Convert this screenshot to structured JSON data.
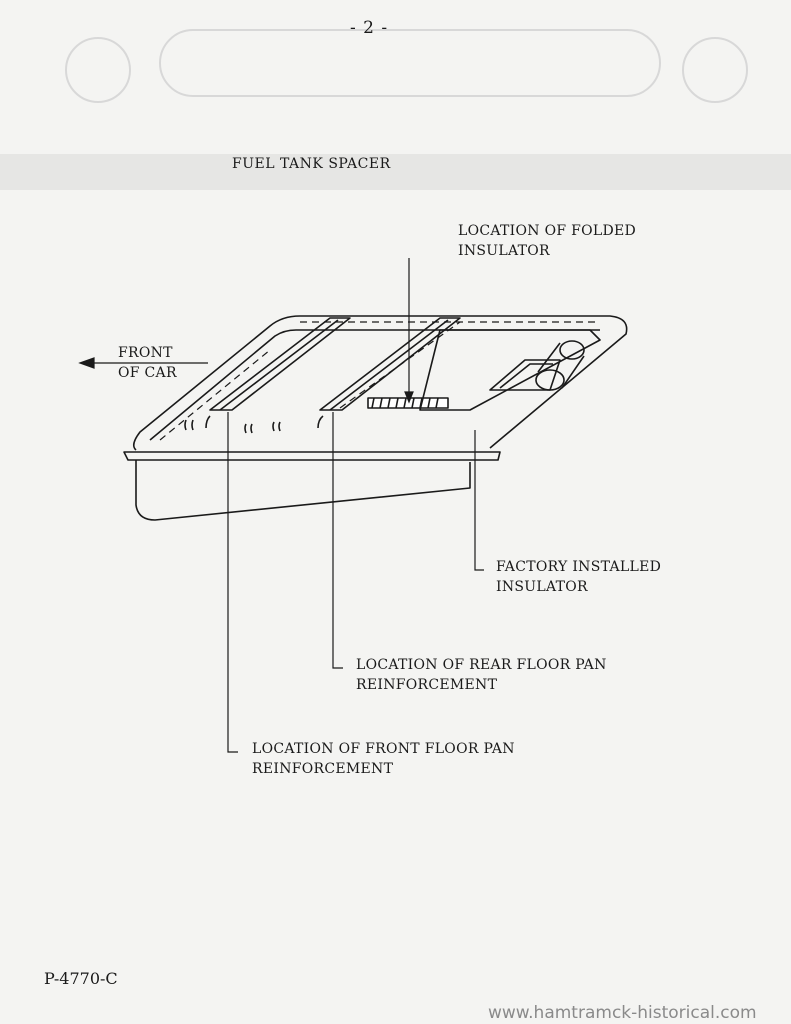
{
  "page_number": "- 2 -",
  "title": "FUEL TANK SPACER",
  "labels": {
    "folded_insulator": [
      "LOCATION OF FOLDED",
      "INSULATOR"
    ],
    "front_of_car": [
      "FRONT",
      "OF CAR"
    ],
    "factory_insulator": [
      "FACTORY INSTALLED",
      "INSULATOR"
    ],
    "rear_floor_pan": [
      "LOCATION OF REAR FLOOR PAN",
      "REINFORCEMENT"
    ],
    "front_floor_pan": [
      "LOCATION OF FRONT FLOOR PAN",
      "REINFORCEMENT"
    ]
  },
  "footer_code": "P-4770-C",
  "watermark": "www.hamtramck-historical.com"
}
